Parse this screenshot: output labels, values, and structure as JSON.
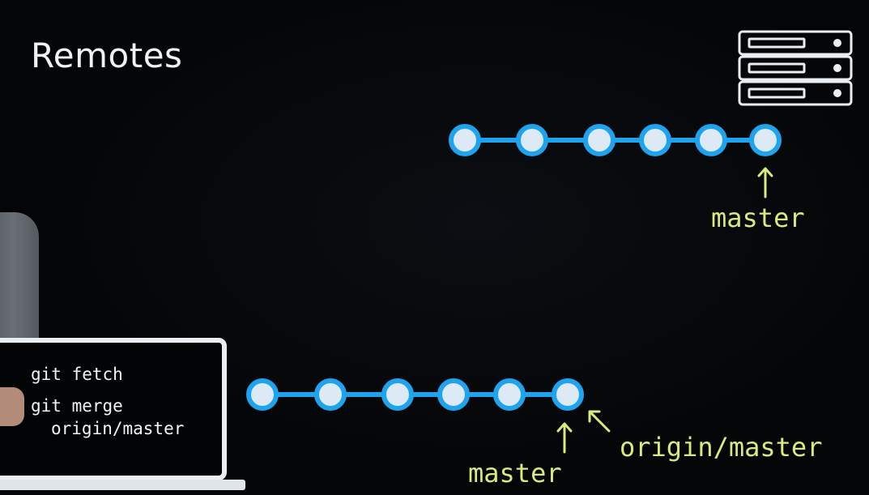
{
  "slide": {
    "title": "Remotes"
  },
  "server": {
    "icon": "server-rack-icon",
    "branch_label": "master",
    "commit_count": 6
  },
  "local": {
    "commands": [
      "git fetch",
      "git merge",
      "origin/master"
    ],
    "commit_count": 6,
    "branch_label": "master",
    "remote_branch_label": "origin/master"
  },
  "colors": {
    "background": "#040507",
    "commit_fill": "#dde9f5",
    "commit_ring": "#1ea4ee",
    "branch_label": "#d8ea7a",
    "title": "#eef2f5"
  }
}
